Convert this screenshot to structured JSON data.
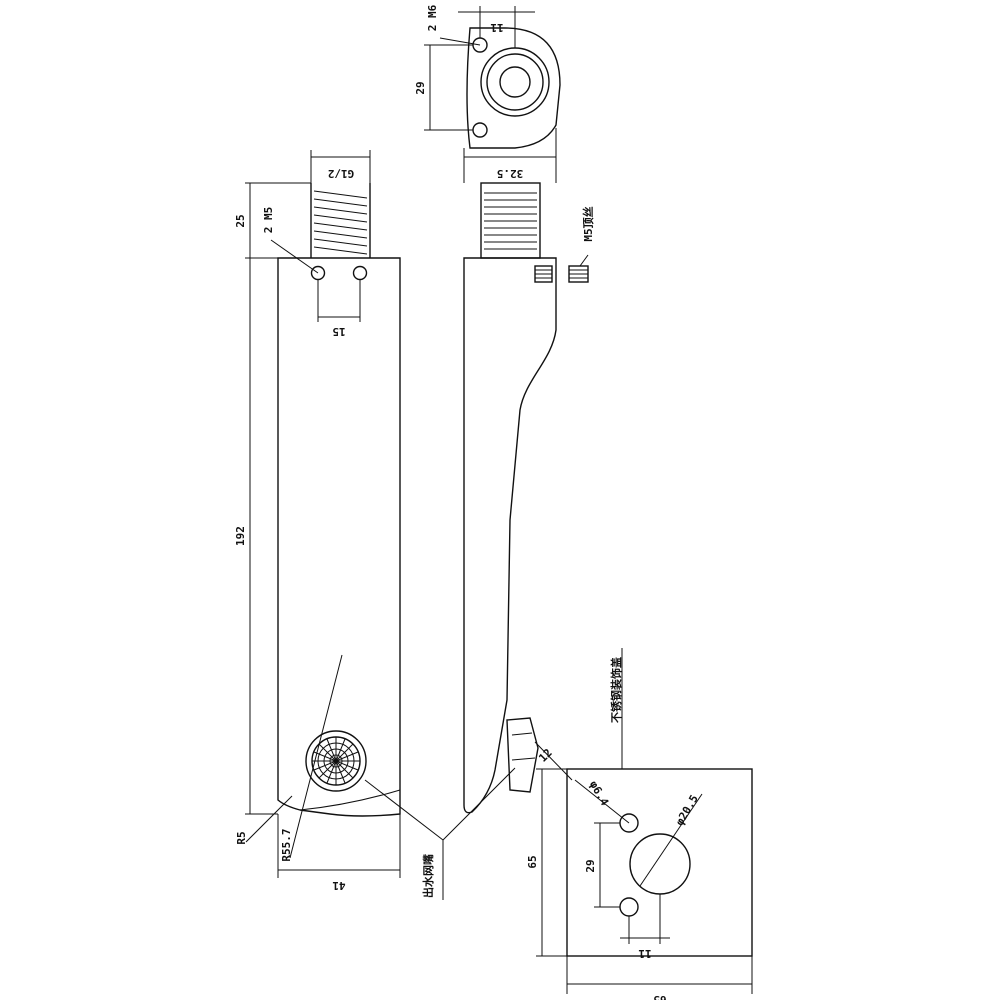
{
  "labels": {
    "thread_g12": "G1/2",
    "holes_2m5": "2 M5",
    "dim_25": "25",
    "dim_15": "15",
    "dim_192": "192",
    "dim_r5": "R5",
    "dim_r55_7": "R55.7",
    "dim_41": "41",
    "outlet_label": "出水网嘴",
    "holes_2m6": "2 M6",
    "dim_11_top": "11",
    "dim_29_top": "29",
    "dim_32_5": "32.5",
    "m5_set_screw": "M5顶丝",
    "dim_12": "12",
    "base_label": "不锈钢装饰盖",
    "dim_phi6_4": "φ6.4",
    "dim_phi20_5": "φ20.5",
    "dim_65_v": "65",
    "dim_29_bottom": "29",
    "dim_11_bottom": "11",
    "dim_65_h": "65"
  }
}
